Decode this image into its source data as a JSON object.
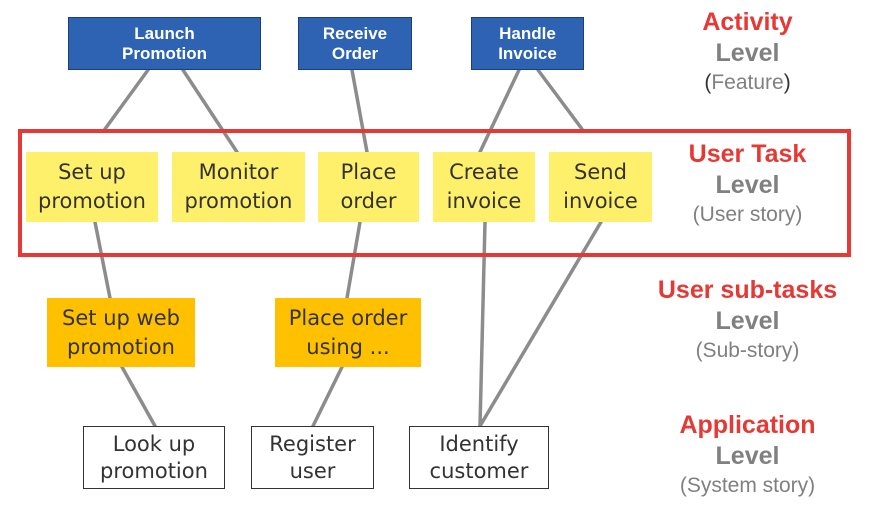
{
  "activities": [
    {
      "label": "Launch\nPromotion"
    },
    {
      "label": "Receive\nOrder"
    },
    {
      "label": "Handle\nInvoice"
    }
  ],
  "user_tasks": [
    {
      "label": "Set up\npromotion"
    },
    {
      "label": "Monitor\npromotion"
    },
    {
      "label": "Place\norder"
    },
    {
      "label": "Create\ninvoice"
    },
    {
      "label": "Send\ninvoice"
    }
  ],
  "sub_tasks": [
    {
      "label": "Set up web\npromotion"
    },
    {
      "label": "Place order\nusing ..."
    }
  ],
  "applications": [
    {
      "label": "Look up\npromotion"
    },
    {
      "label": "Register\nuser"
    },
    {
      "label": "Identify\ncustomer"
    }
  ],
  "levels": {
    "activity": {
      "title": "Activity",
      "level": "Level",
      "open": "(",
      "note": "Feature",
      "close": ")"
    },
    "user_task": {
      "title": "User Task",
      "level": "Level",
      "note": "(User story)"
    },
    "sub_task": {
      "title": "User sub-tasks",
      "level": "Level",
      "note": "(Sub-story)"
    },
    "application": {
      "title": "Application",
      "level": "Level",
      "note": "(System story)"
    }
  },
  "colors": {
    "activity_box": "#2e62b2",
    "user_task_box": "#fff06b",
    "sub_task_box": "#ffc000",
    "application_box": "#ffffff",
    "highlight_frame": "#e53935",
    "level_title": "#e53935",
    "level_text": "#808080",
    "connector": "#8c8c8c"
  }
}
